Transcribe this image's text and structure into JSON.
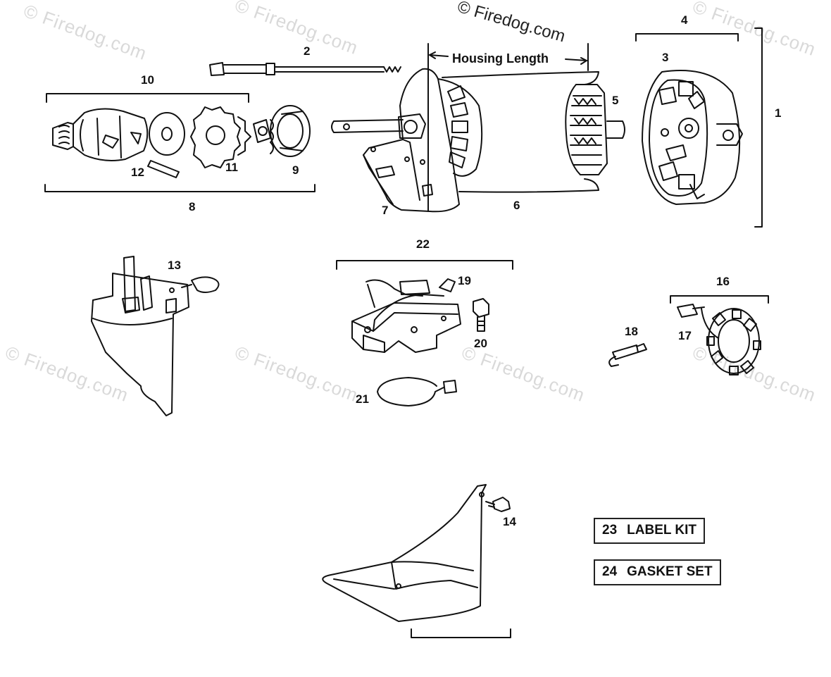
{
  "watermark": {
    "text": "© Firedog.com",
    "header_copyright": "© Firedog.com"
  },
  "dimension_label": "Housing Length",
  "callouts": {
    "c1": "1",
    "c2": "2",
    "c3": "3",
    "c4": "4",
    "c5": "5",
    "c6": "6",
    "c7": "7",
    "c8": "8",
    "c9": "9",
    "c10": "10",
    "c11": "11",
    "c12": "12",
    "c13": "13",
    "c14": "14",
    "c16": "16",
    "c17": "17",
    "c18": "18",
    "c19": "19",
    "c20": "20",
    "c21": "21",
    "c22": "22"
  },
  "kits": [
    {
      "number": "23",
      "label": "LABEL KIT"
    },
    {
      "number": "24",
      "label": "GASKET SET"
    }
  ]
}
